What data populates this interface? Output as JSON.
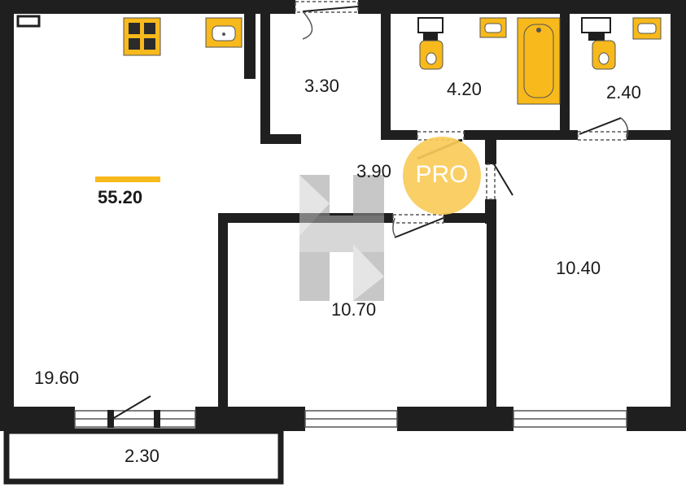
{
  "plan": {
    "total_area": "55.20",
    "rooms": {
      "living": "19.60",
      "hall": "3.30",
      "bath": "4.20",
      "wc": "2.40",
      "corridor": "3.90",
      "bedroom1": "10.70",
      "bedroom2": "10.40",
      "balcony": "2.30"
    }
  },
  "badge": {
    "text": "PRO"
  },
  "colors": {
    "wall": "#1f1f1f",
    "fixture": "#f7b91b",
    "accent": "#f7b91b",
    "badge": "#f9cb5a",
    "watermark": "#9a9a9a"
  },
  "icons": [
    "stove-icon",
    "sink-icon",
    "toilet-icon",
    "bathtub-icon",
    "door-icon",
    "window-icon",
    "watermark-logo"
  ]
}
